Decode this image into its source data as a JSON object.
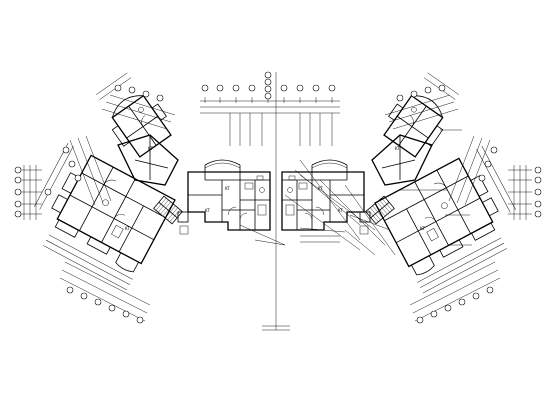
{
  "drawing": {
    "kind": "architectural floor plan",
    "linework_color": "#000000",
    "background_color": "#ffffff",
    "room_tags": [
      "KT",
      "KT",
      "KT",
      "KT",
      "KT",
      "KT",
      "KT",
      "KT"
    ]
  }
}
